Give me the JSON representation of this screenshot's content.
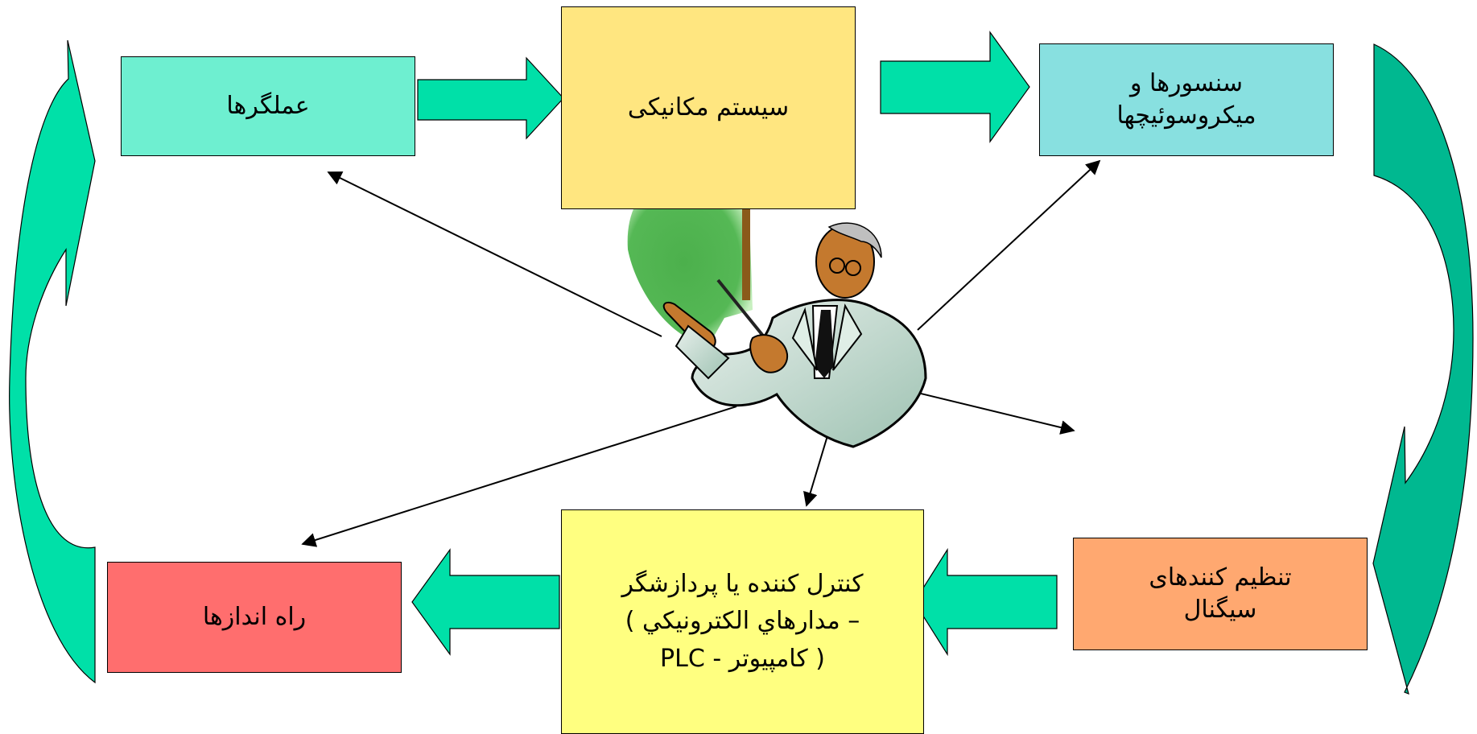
{
  "colors": {
    "arrow_fill": "#00e0a8",
    "arrow_fill_dark": "#00b890",
    "actuators": "#6eefd0",
    "mechanical": "#ffe680",
    "sensors": "#88e0e0",
    "signal": "#ffa870",
    "controller": "#ffff80",
    "drivers": "#ff6e6e"
  },
  "boxes": {
    "actuators": {
      "label": "عملگرها"
    },
    "mechanical": {
      "label": "سیستم مکانیکی"
    },
    "sensors": {
      "line1": "سنسورها و",
      "line2": "میکروسوئیچها"
    },
    "signal": {
      "line1": "تنظیم کنندهای",
      "line2": "سیگنال"
    },
    "controller": {
      "line1": "کنترل کننده  یا پردازشگر",
      "line2": "( مدارهاي الکترونيکي –",
      "line3": "PLC - کامپیوتر )"
    },
    "drivers": {
      "label": "راه اندازها"
    }
  },
  "illustration": {
    "icon": "presenter-pointing-at-board-icon"
  }
}
